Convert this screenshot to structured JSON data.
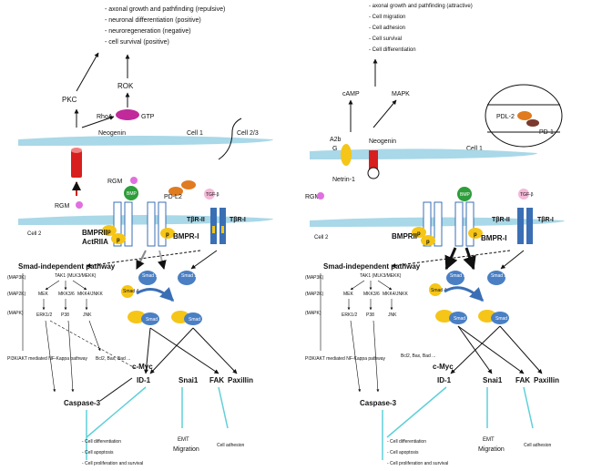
{
  "colors": {
    "membrane": "#a9d8e8",
    "receptor_blue": "#3a6fb5",
    "smad_blue": "#4a7fc4",
    "yellow": "#f5c518",
    "red": "#d81e1e",
    "green": "#2e9d3a",
    "orange": "#e07b20",
    "magenta": "#c02a9a",
    "pink": "#e070e0",
    "cyan_line": "#5fd0d8",
    "brown": "#7a3b2e"
  },
  "left": {
    "top_outcomes": [
      "- axonal growth and pathfinding (repulsive)",
      "- neuronal differentiation (positive)",
      "- neuroregeneration (negative)",
      "- cell survival (positive)"
    ],
    "pkc": "PKC",
    "rok": "ROK",
    "rhoa": "RhoA",
    "gtp": "GTP",
    "neogenin": "Neogenin",
    "cell1": "Cell 1",
    "cell23": "Cell 2/3",
    "rgm_top": "RGM",
    "rgm_bottom": "RGM",
    "bmp": "BMP",
    "pdl2": "PD-L2",
    "tbr2": "TβR-II",
    "tbr1": "TβR-I",
    "tgfb": "TGF-β",
    "cell2": "Cell 2",
    "bmpr2": "BMPRII",
    "actr2a": "ActRIIA",
    "bmpr1": "BMPR-I",
    "p": "p",
    "smad158": "Smad 1/5/8",
    "smad23": "Smad 2/3",
    "smad4": "Smad 4",
    "smad_indep": "Smad-independent pathway",
    "map3k": "(MAP3K)",
    "map2k": "(MAP2K)",
    "mapk": "(MAPK)",
    "tak1": "TAK1 (MLK3/MEKK)",
    "mek": "MEK",
    "mkk36": "MKK3/6",
    "mkk47": "MKK4/JNKK",
    "erk": "ERK1/2",
    "p38": "P38",
    "jnk": "JNK",
    "pi3k": "PI3K/AKT mediated NF-Kappa pathway",
    "bcl2": "Bcl2, Bax, Bad ...",
    "cmyc": "c-Myc",
    "id1": "ID-1",
    "snai1": "Snai1",
    "fak": "FAK",
    "paxillin": "Paxillin",
    "caspase": "Caspase-3",
    "emt": "EMT",
    "migration": "Migration",
    "adhesion": "Cell adhesion",
    "bottom_outcomes": [
      "- Cell differentiation",
      "- Cell apoptosis",
      "- Cell proliferation and survival"
    ]
  },
  "right": {
    "top_outcomes": [
      "- axonal growth and pathfinding (attractive)",
      "- Cell migration",
      "- Cell adhesion",
      "- Cell survival",
      "- Cell differentiation"
    ],
    "camp": "cAMP",
    "mapk_top": "MAPK",
    "a2b": "A2b",
    "g": "G",
    "neogenin": "Neogenin",
    "netrin": "Netrin-1",
    "cell1": "Cell 1",
    "pdl2": "PDL-2",
    "pd1": "PD-1",
    "rgm": "RGM",
    "cell2": "Cell 2"
  }
}
